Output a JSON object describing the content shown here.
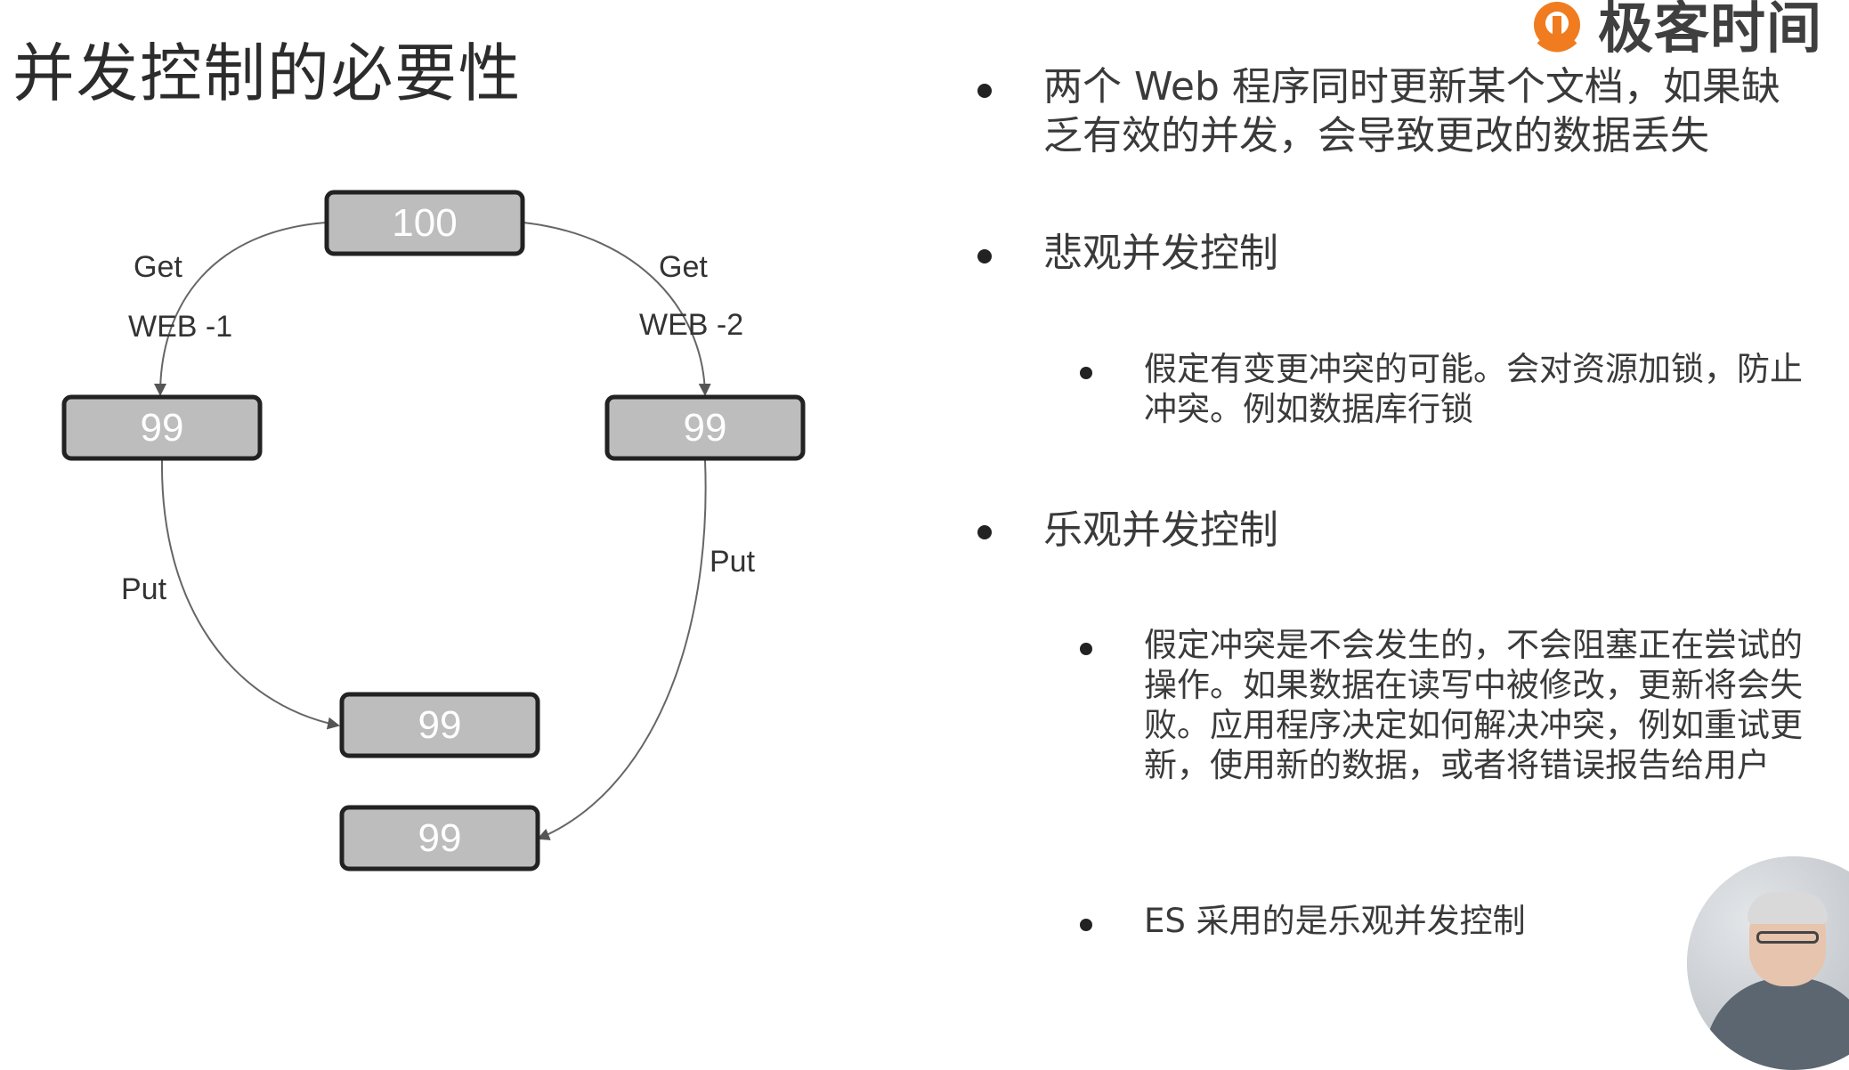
{
  "title": "并发控制的必要性",
  "logo": {
    "text": "极客时间",
    "accent": "#f07c1f"
  },
  "diagram": {
    "nodes": {
      "top": "100",
      "left": "99",
      "right": "99",
      "bottom1": "99",
      "bottom2": "99"
    },
    "labels": {
      "get_left": "Get",
      "web_left": "WEB -1",
      "get_right": "Get",
      "web_right": "WEB -2",
      "put_left": "Put",
      "put_right": "Put"
    }
  },
  "bullets": [
    {
      "level": 1,
      "text": "两个 Web 程序同时更新某个文档，如果缺乏有效的并发，会导致更改的数据丢失"
    },
    {
      "level": 1,
      "text": "悲观并发控制"
    },
    {
      "level": 2,
      "text": "假定有变更冲突的可能。会对资源加锁，防止冲突。例如数据库行锁"
    },
    {
      "level": 1,
      "text": "乐观并发控制"
    },
    {
      "level": 2,
      "text": "假定冲突是不会发生的，不会阻塞正在尝试的操作。如果数据在读写中被修改，更新将会失败。应用程序决定如何解决冲突，例如重试更新，使用新的数据，或者将错误报告给用户"
    },
    {
      "level": 2,
      "text": "ES 采用的是乐观并发控制"
    }
  ]
}
